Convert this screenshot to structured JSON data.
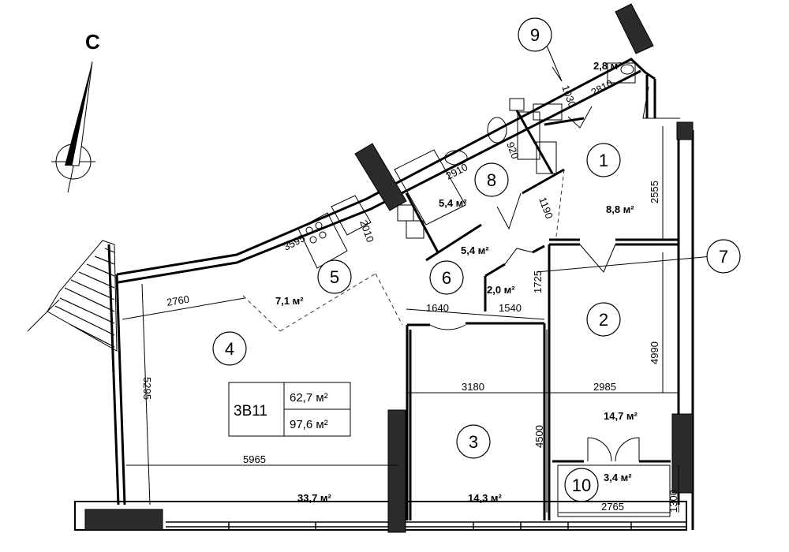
{
  "compass": {
    "north_label": "С"
  },
  "apartment": {
    "type": "3В11",
    "living_area": "62,7 м²",
    "total_area": "97,6 м²"
  },
  "rooms": [
    {
      "num": "1",
      "area": "8,8 м²"
    },
    {
      "num": "2",
      "area": ""
    },
    {
      "num": "3",
      "area": "14,3 м²"
    },
    {
      "num": "4",
      "area": "33,7 м²"
    },
    {
      "num": "5",
      "area": "7,1 м²"
    },
    {
      "num": "6",
      "area": "5,4 м²"
    },
    {
      "num": "7",
      "area": "2,0 м²"
    },
    {
      "num": "8",
      "area": "5,4 м²"
    },
    {
      "num": "9",
      "area": "2,8 м²"
    },
    {
      "num": "10",
      "area": "3,4 м²"
    }
  ],
  "extra_areas": {
    "room2": "14,7 м²"
  },
  "dimensions": [
    "2810",
    "1030",
    "2910",
    "920",
    "2555",
    "1190",
    "2010",
    "3595",
    "2760",
    "1640",
    "1540",
    "1725",
    "4990",
    "3180",
    "2985",
    "4500",
    "5295",
    "5965",
    "2765",
    "1300"
  ],
  "colors": {
    "wall": "#000000",
    "column": "#2b2b2b"
  }
}
